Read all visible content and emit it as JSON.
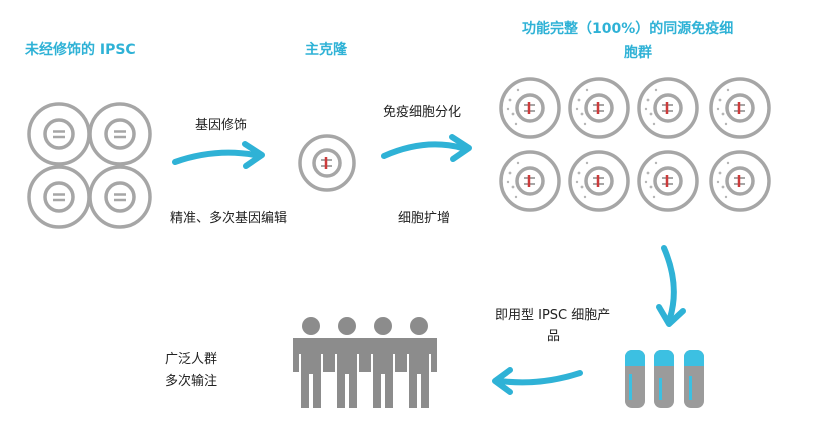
{
  "titles": {
    "unmodified": "未经修饰的 IPSC",
    "master_clone": "主克隆",
    "functional_line1": "功能完整（100%）的同源免疫细",
    "functional_line2": "胞群"
  },
  "steps": {
    "gene_modification": "基因修饰",
    "precise_editing": "精准、多次基因编辑",
    "differentiation": "免疫细胞分化",
    "expansion": "细胞扩增",
    "product_line1": "即用型 IPSC 细胞产",
    "product_line2": "品",
    "population_line1": "广泛人群",
    "population_line2": "多次输注"
  },
  "colors": {
    "accent": "#2fb2d6",
    "cell_gray": "#a6a6a6",
    "person_gray": "#8c8c8c",
    "marker_red": "#cc3b3b"
  },
  "icons": {
    "cell": "ipsc-cell-icon",
    "edited_cell": "edited-cell-icon",
    "immune_cell": "immune-cell-icon",
    "vial": "vial-icon",
    "person": "person-icon",
    "arrow": "arrow-icon"
  }
}
